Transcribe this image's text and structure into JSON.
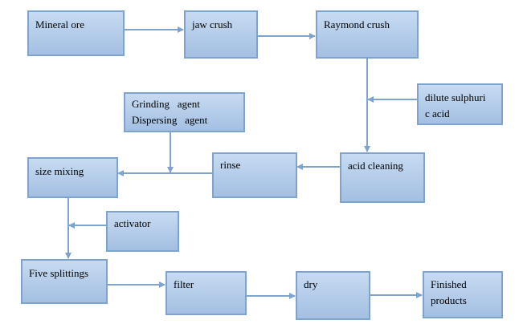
{
  "nodes": {
    "mineral_ore": "Mineral ore",
    "jaw_crush": "jaw crush",
    "raymond_crush": "Raymond crush",
    "dilute_acid_line1": "dilute  sulphuri",
    "dilute_acid_line2": "c acid",
    "agent_line1": "Grinding   agent",
    "agent_line2": "Dispersing   agent",
    "size_mixing": "size mixing",
    "rinse": "rinse",
    "acid_cleaning": "acid cleaning",
    "activator": "activator",
    "five_splittings": "Five splittings",
    "filter": "filter",
    "dry": "dry",
    "finished_line1": "Finished",
    "finished_line2": "products"
  },
  "colors": {
    "line": "#7ea3cd",
    "fill_top": "#c7dbf2",
    "fill_bottom": "#a3bfe2"
  }
}
